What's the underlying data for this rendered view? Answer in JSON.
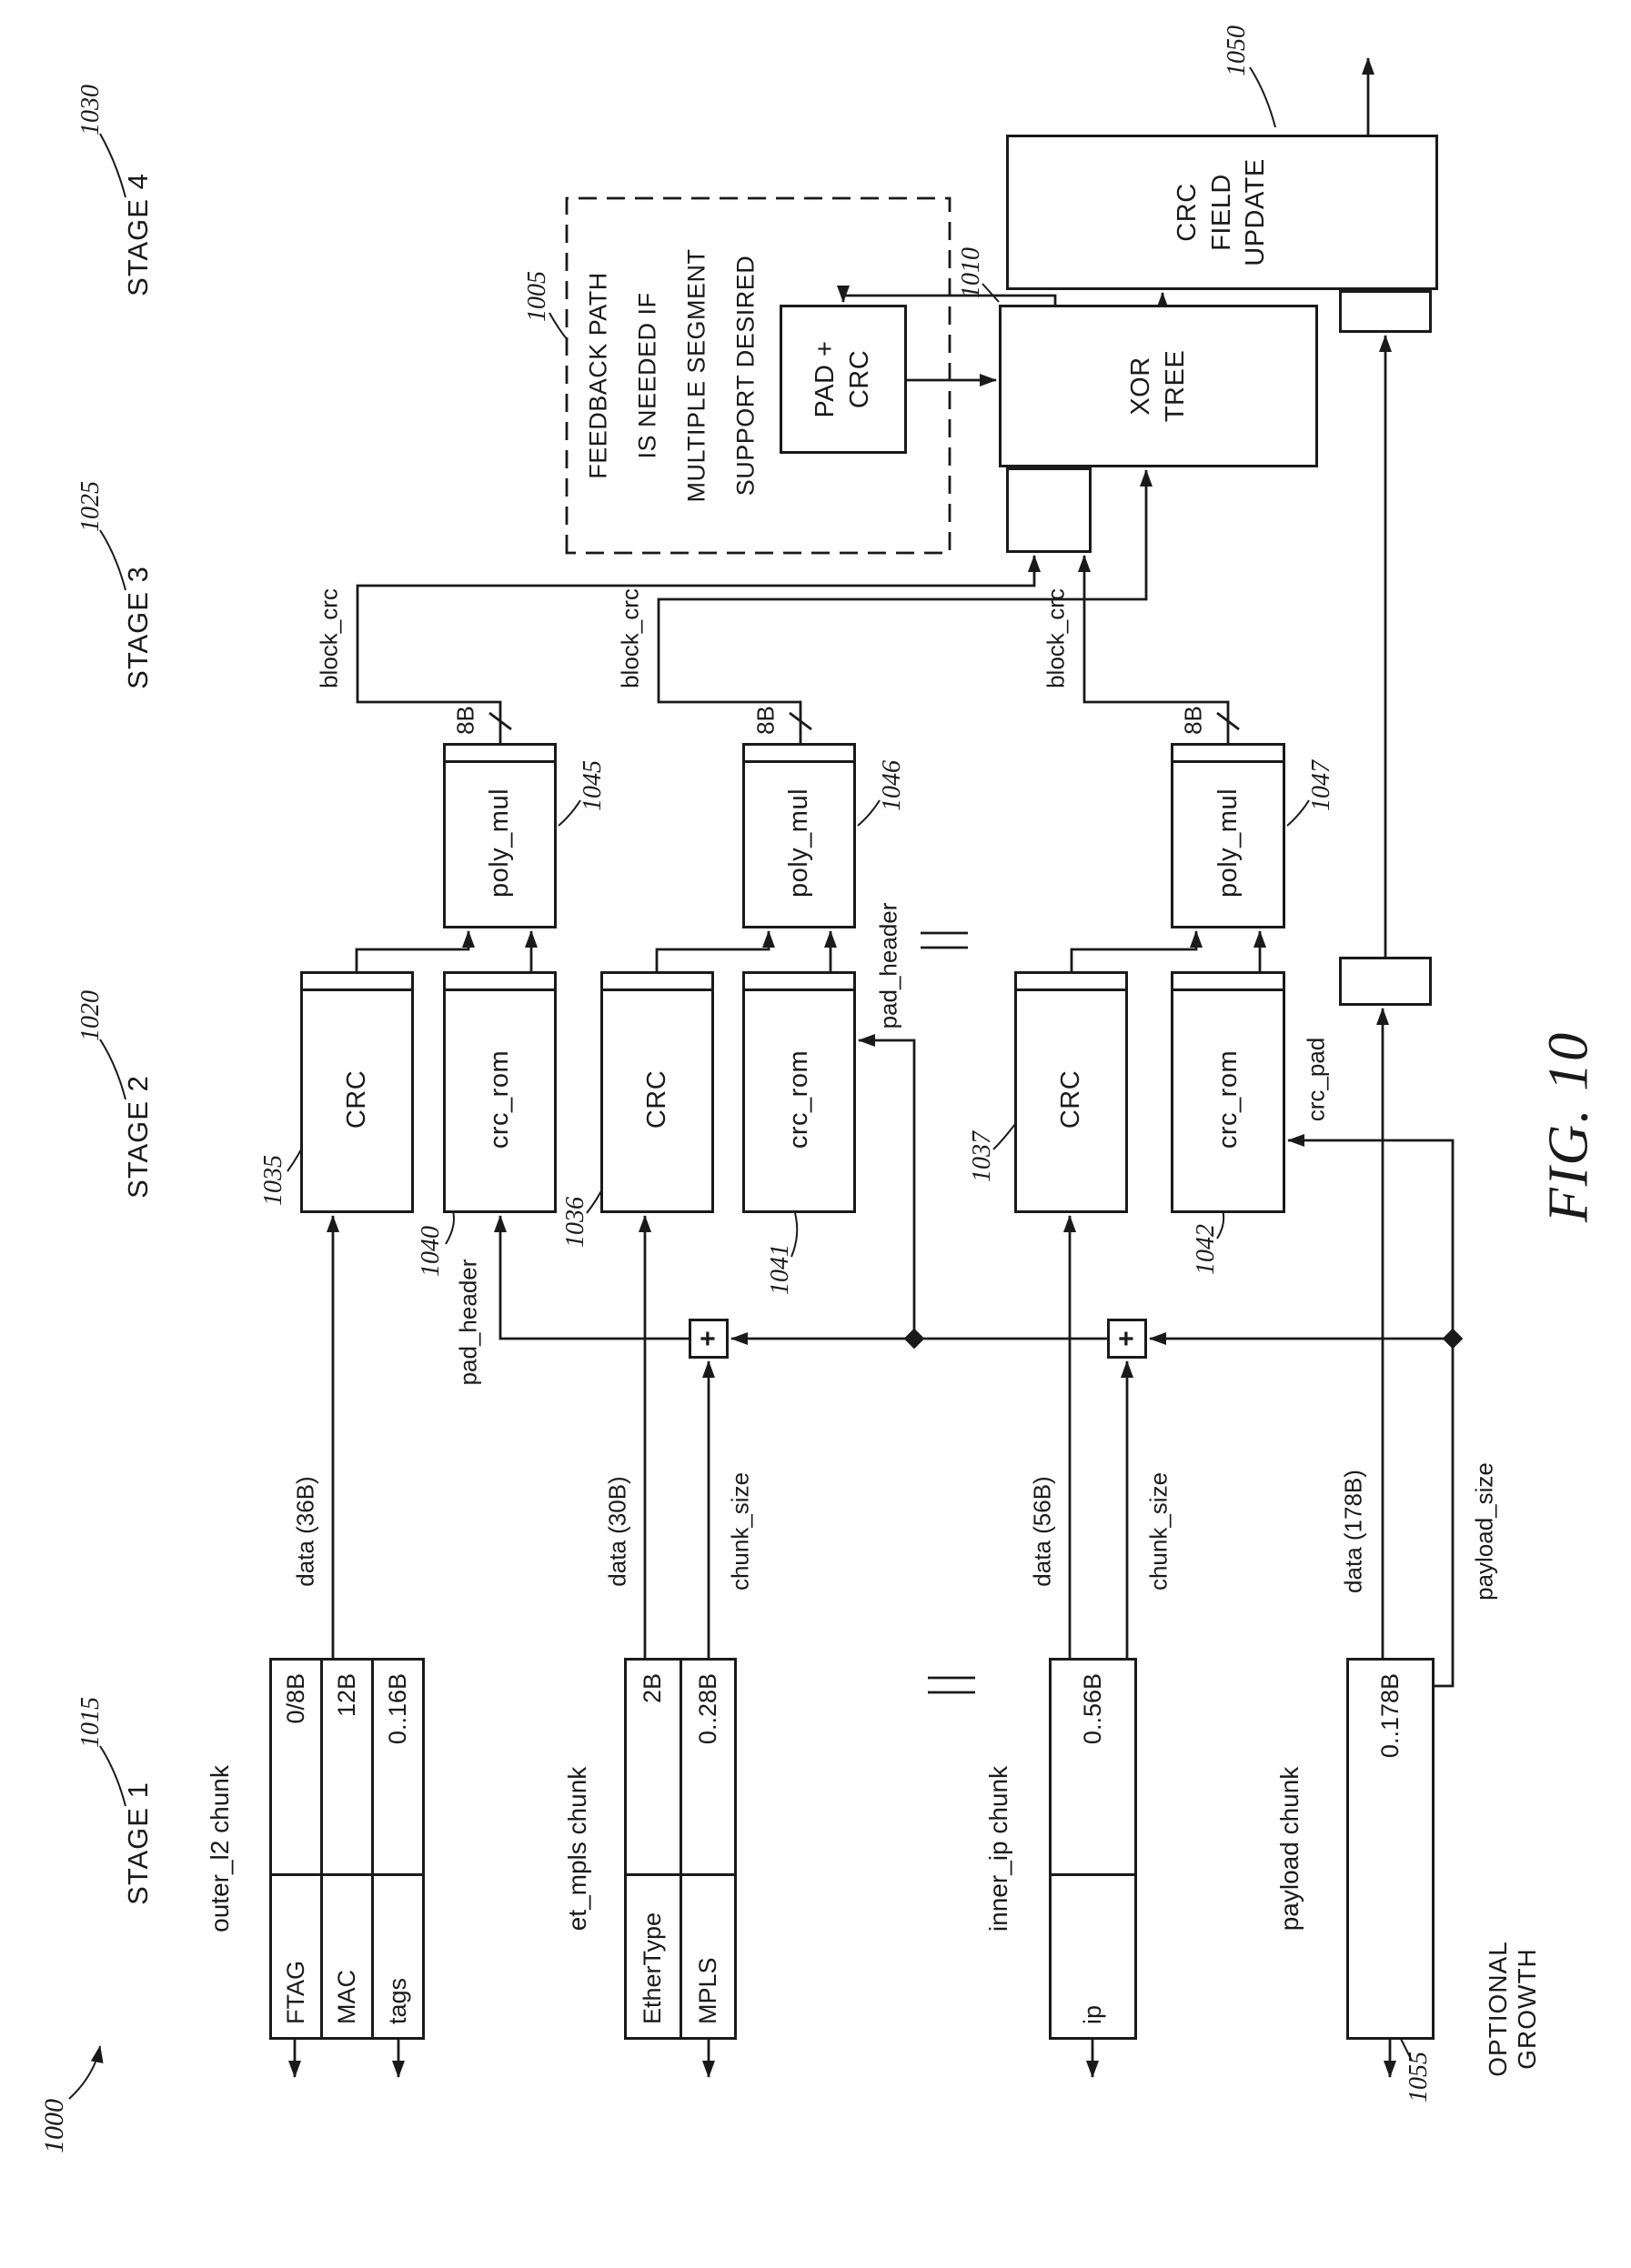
{
  "figure": {
    "fig_label": "FIG. 10",
    "system_ref": "1000"
  },
  "stages": [
    {
      "ref": "1015",
      "label": "STAGE 1"
    },
    {
      "ref": "1020",
      "label": "STAGE 2"
    },
    {
      "ref": "1025",
      "label": "STAGE 3"
    },
    {
      "ref": "1030",
      "label": "STAGE 4"
    }
  ],
  "chunks": [
    {
      "name": "outer_l2 chunk",
      "rows": [
        {
          "field": "FTAG",
          "size": "0/8B"
        },
        {
          "field": "MAC",
          "size": "12B"
        },
        {
          "field": "tags",
          "size": "0..16B"
        }
      ]
    },
    {
      "name": "et_mpls chunk",
      "rows": [
        {
          "field": "EtherType",
          "size": "2B"
        },
        {
          "field": "MPLS",
          "size": "0..28B"
        }
      ]
    },
    {
      "name": "inner_ip chunk",
      "rows": [
        {
          "field": "ip",
          "size": "0..56B"
        }
      ]
    },
    {
      "name": "payload chunk",
      "rows": [
        {
          "field": "",
          "size": "0..178B"
        }
      ]
    }
  ],
  "blocks": {
    "crc_a": {
      "ref": "1035",
      "label": "CRC"
    },
    "crc_rom_a": {
      "ref": "1040",
      "label": "crc_rom"
    },
    "crc_b": {
      "ref": "1036",
      "label": "CRC"
    },
    "crc_rom_b": {
      "ref": "1041",
      "label": "crc_rom"
    },
    "crc_c": {
      "ref": "1037",
      "label": "CRC"
    },
    "crc_rom_c": {
      "ref": "1042",
      "label": "crc_rom"
    },
    "poly_mul_a": {
      "ref": "1045",
      "label": "poly_mul"
    },
    "poly_mul_b": {
      "ref": "1046",
      "label": "poly_mul"
    },
    "poly_mul_c": {
      "ref": "1047",
      "label": "poly_mul"
    },
    "xor_tree": {
      "ref": "1010",
      "label": "XOR\nTREE"
    },
    "pad_crc": {
      "label": "PAD +\nCRC"
    },
    "crc_field_update": {
      "ref": "1050",
      "label": "CRC\nFIELD\nUPDATE"
    },
    "adder_symbol": "+"
  },
  "signals": {
    "data_a": "data (36B)",
    "data_b": "data (30B)",
    "data_c": "data (56B)",
    "data_d": "data (178B)",
    "chunk_size_b": "chunk_size",
    "chunk_size_c": "chunk_size",
    "payload_size": "payload_size",
    "pad_header_a": "pad_header",
    "pad_header_b": "pad_header",
    "crc_pad": "crc_pad",
    "block_crc_a": "block_crc",
    "block_crc_b": "block_crc",
    "block_crc_c": "block_crc",
    "bus_a": "8B",
    "bus_b": "8B",
    "bus_c": "8B"
  },
  "feedback_note": {
    "ref": "1005",
    "lines": [
      "FEEDBACK PATH",
      "IS NEEDED IF",
      "MULTIPLE SEGMENT",
      "SUPPORT DESIRED"
    ]
  },
  "optional_growth": {
    "ref": "1055",
    "label": "OPTIONAL\nGROWTH"
  }
}
